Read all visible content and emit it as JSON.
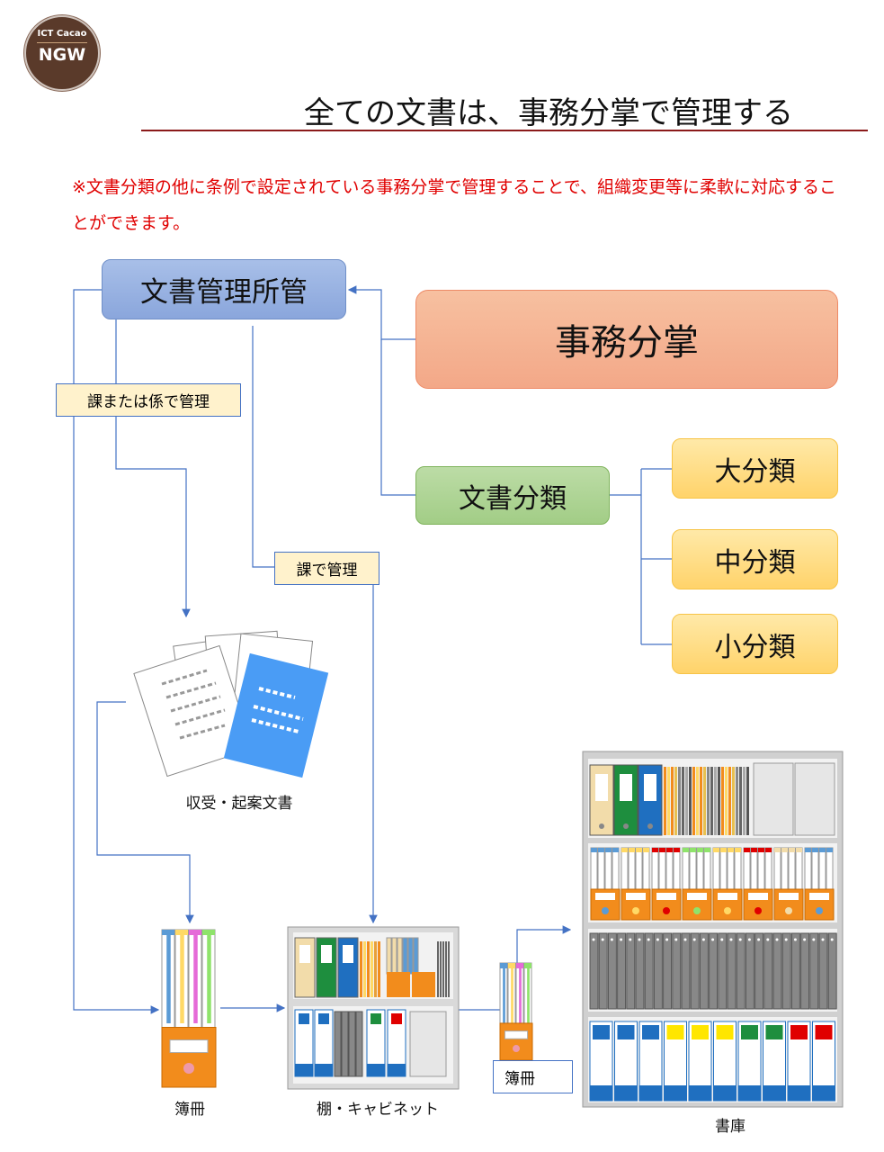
{
  "logo": {
    "line1": "ICT Cacao",
    "line2": "NGW"
  },
  "title": "全ての文書は、事務分掌で管理する",
  "note": "※文書分類の他に条例で設定されている事務分掌で管理することで、組織変更等に柔軟に対応することができます。",
  "boxes": {
    "kanri": "文書管理所管",
    "jimu": "事務分掌",
    "bunrui": "文書分類",
    "dai": "大分類",
    "chu": "中分類",
    "sho": "小分類"
  },
  "labels": {
    "kakari": "課または係で管理",
    "ka": "課で管理",
    "bosatsu_box": "簿冊"
  },
  "captions": {
    "documents": "収受・起案文書",
    "bosatsu": "簿冊",
    "cabinet": "棚・キャビネット",
    "library": "書庫"
  },
  "colors": {
    "line": "#4472c4",
    "title_rule": "#8b1a1a",
    "note": "#e00000"
  }
}
